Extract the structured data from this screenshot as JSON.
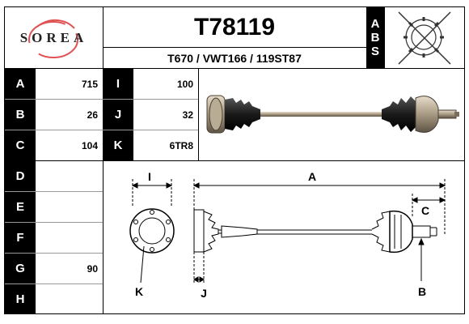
{
  "brand": {
    "logo_text": "SOREA"
  },
  "header": {
    "part_number": "T78119",
    "references": "T670 / VWT166 / 119ST87",
    "abs_letters": [
      "A",
      "B",
      "S"
    ]
  },
  "spec_rows": [
    {
      "label": "A",
      "value": "715"
    },
    {
      "label": "B",
      "value": "26"
    },
    {
      "label": "C",
      "value": "104"
    },
    {
      "label": "D",
      "value": ""
    },
    {
      "label": "E",
      "value": ""
    },
    {
      "label": "F",
      "value": ""
    },
    {
      "label": "G",
      "value": "90"
    },
    {
      "label": "H",
      "value": ""
    }
  ],
  "extra_rows": [
    {
      "label": "I",
      "value": "100"
    },
    {
      "label": "J",
      "value": "32"
    },
    {
      "label": "K",
      "value": "6TR8"
    }
  ],
  "diagram_labels": {
    "I": "I",
    "A": "A",
    "C": "C",
    "K": "K",
    "J": "J",
    "B": "B"
  }
}
